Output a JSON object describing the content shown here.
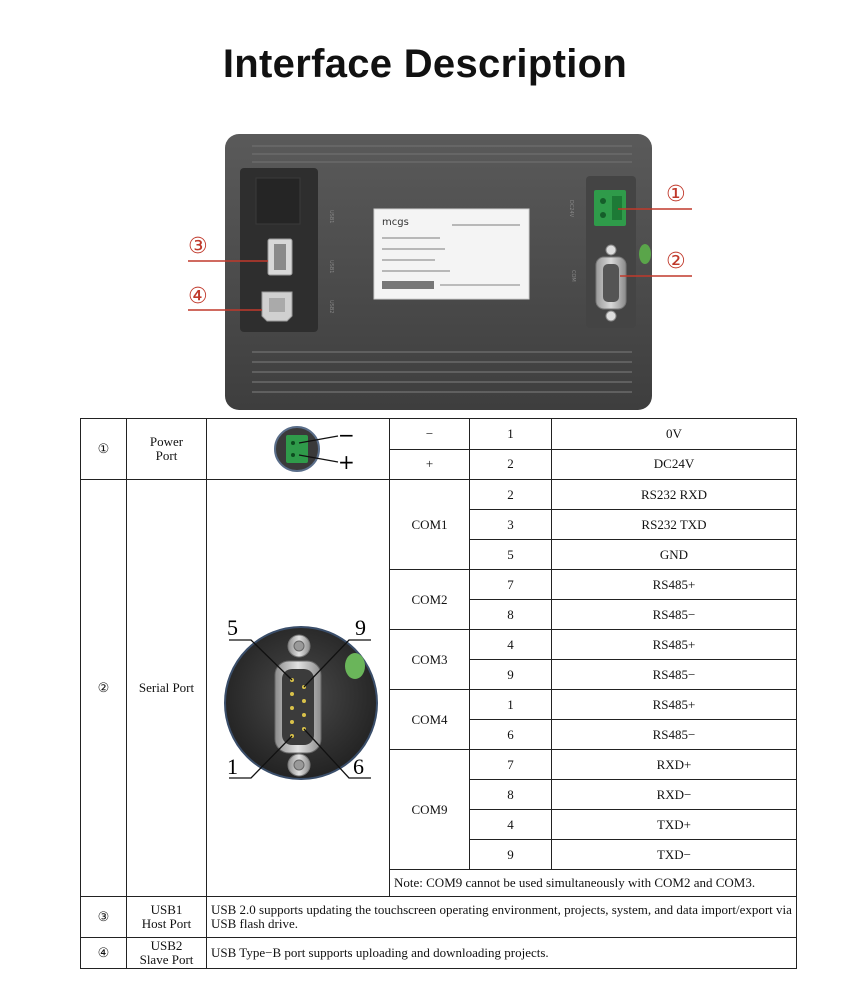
{
  "title": "Interface Description",
  "device": {
    "label_brand": "mcgs",
    "callouts": [
      "①",
      "②",
      "③",
      "④"
    ]
  },
  "power": {
    "index": "①",
    "name": "Power Port",
    "minus_sign": "−",
    "plus_sign": "+",
    "rows": [
      {
        "sign": "−",
        "pin": "1",
        "signal": "0V"
      },
      {
        "sign": "+",
        "pin": "2",
        "signal": "DC24V"
      }
    ]
  },
  "serial": {
    "index": "②",
    "name": "Serial Port",
    "pin_labels": {
      "tl": "5",
      "tr": "9",
      "bl": "1",
      "br": "6"
    },
    "groups": [
      {
        "com": "COM1",
        "rows": [
          {
            "pin": "2",
            "signal": "RS232 RXD"
          },
          {
            "pin": "3",
            "signal": "RS232 TXD"
          },
          {
            "pin": "5",
            "signal": "GND"
          }
        ]
      },
      {
        "com": "COM2",
        "rows": [
          {
            "pin": "7",
            "signal": "RS485+"
          },
          {
            "pin": "8",
            "signal": "RS485−"
          }
        ]
      },
      {
        "com": "COM3",
        "rows": [
          {
            "pin": "4",
            "signal": "RS485+"
          },
          {
            "pin": "9",
            "signal": "RS485−"
          }
        ]
      },
      {
        "com": "COM4",
        "rows": [
          {
            "pin": "1",
            "signal": "RS485+"
          },
          {
            "pin": "6",
            "signal": "RS485−"
          }
        ]
      },
      {
        "com": "COM9",
        "rows": [
          {
            "pin": "7",
            "signal": "RXD+"
          },
          {
            "pin": "8",
            "signal": "RXD−"
          },
          {
            "pin": "4",
            "signal": "TXD+"
          },
          {
            "pin": "9",
            "signal": "TXD−"
          }
        ]
      }
    ],
    "note": "Note: COM9 cannot be used simultaneously with COM2 and COM3."
  },
  "usb1": {
    "index": "③",
    "name_line1": "USB1",
    "name_line2": "Host Port",
    "description": "USB 2.0 supports updating the touchscreen operating environment, projects, system, and data import/export via USB flash drive."
  },
  "usb2": {
    "index": "④",
    "name_line1": "USB2",
    "name_line2": "Slave Port",
    "description": "USB Type−B port supports uploading and downloading projects."
  }
}
